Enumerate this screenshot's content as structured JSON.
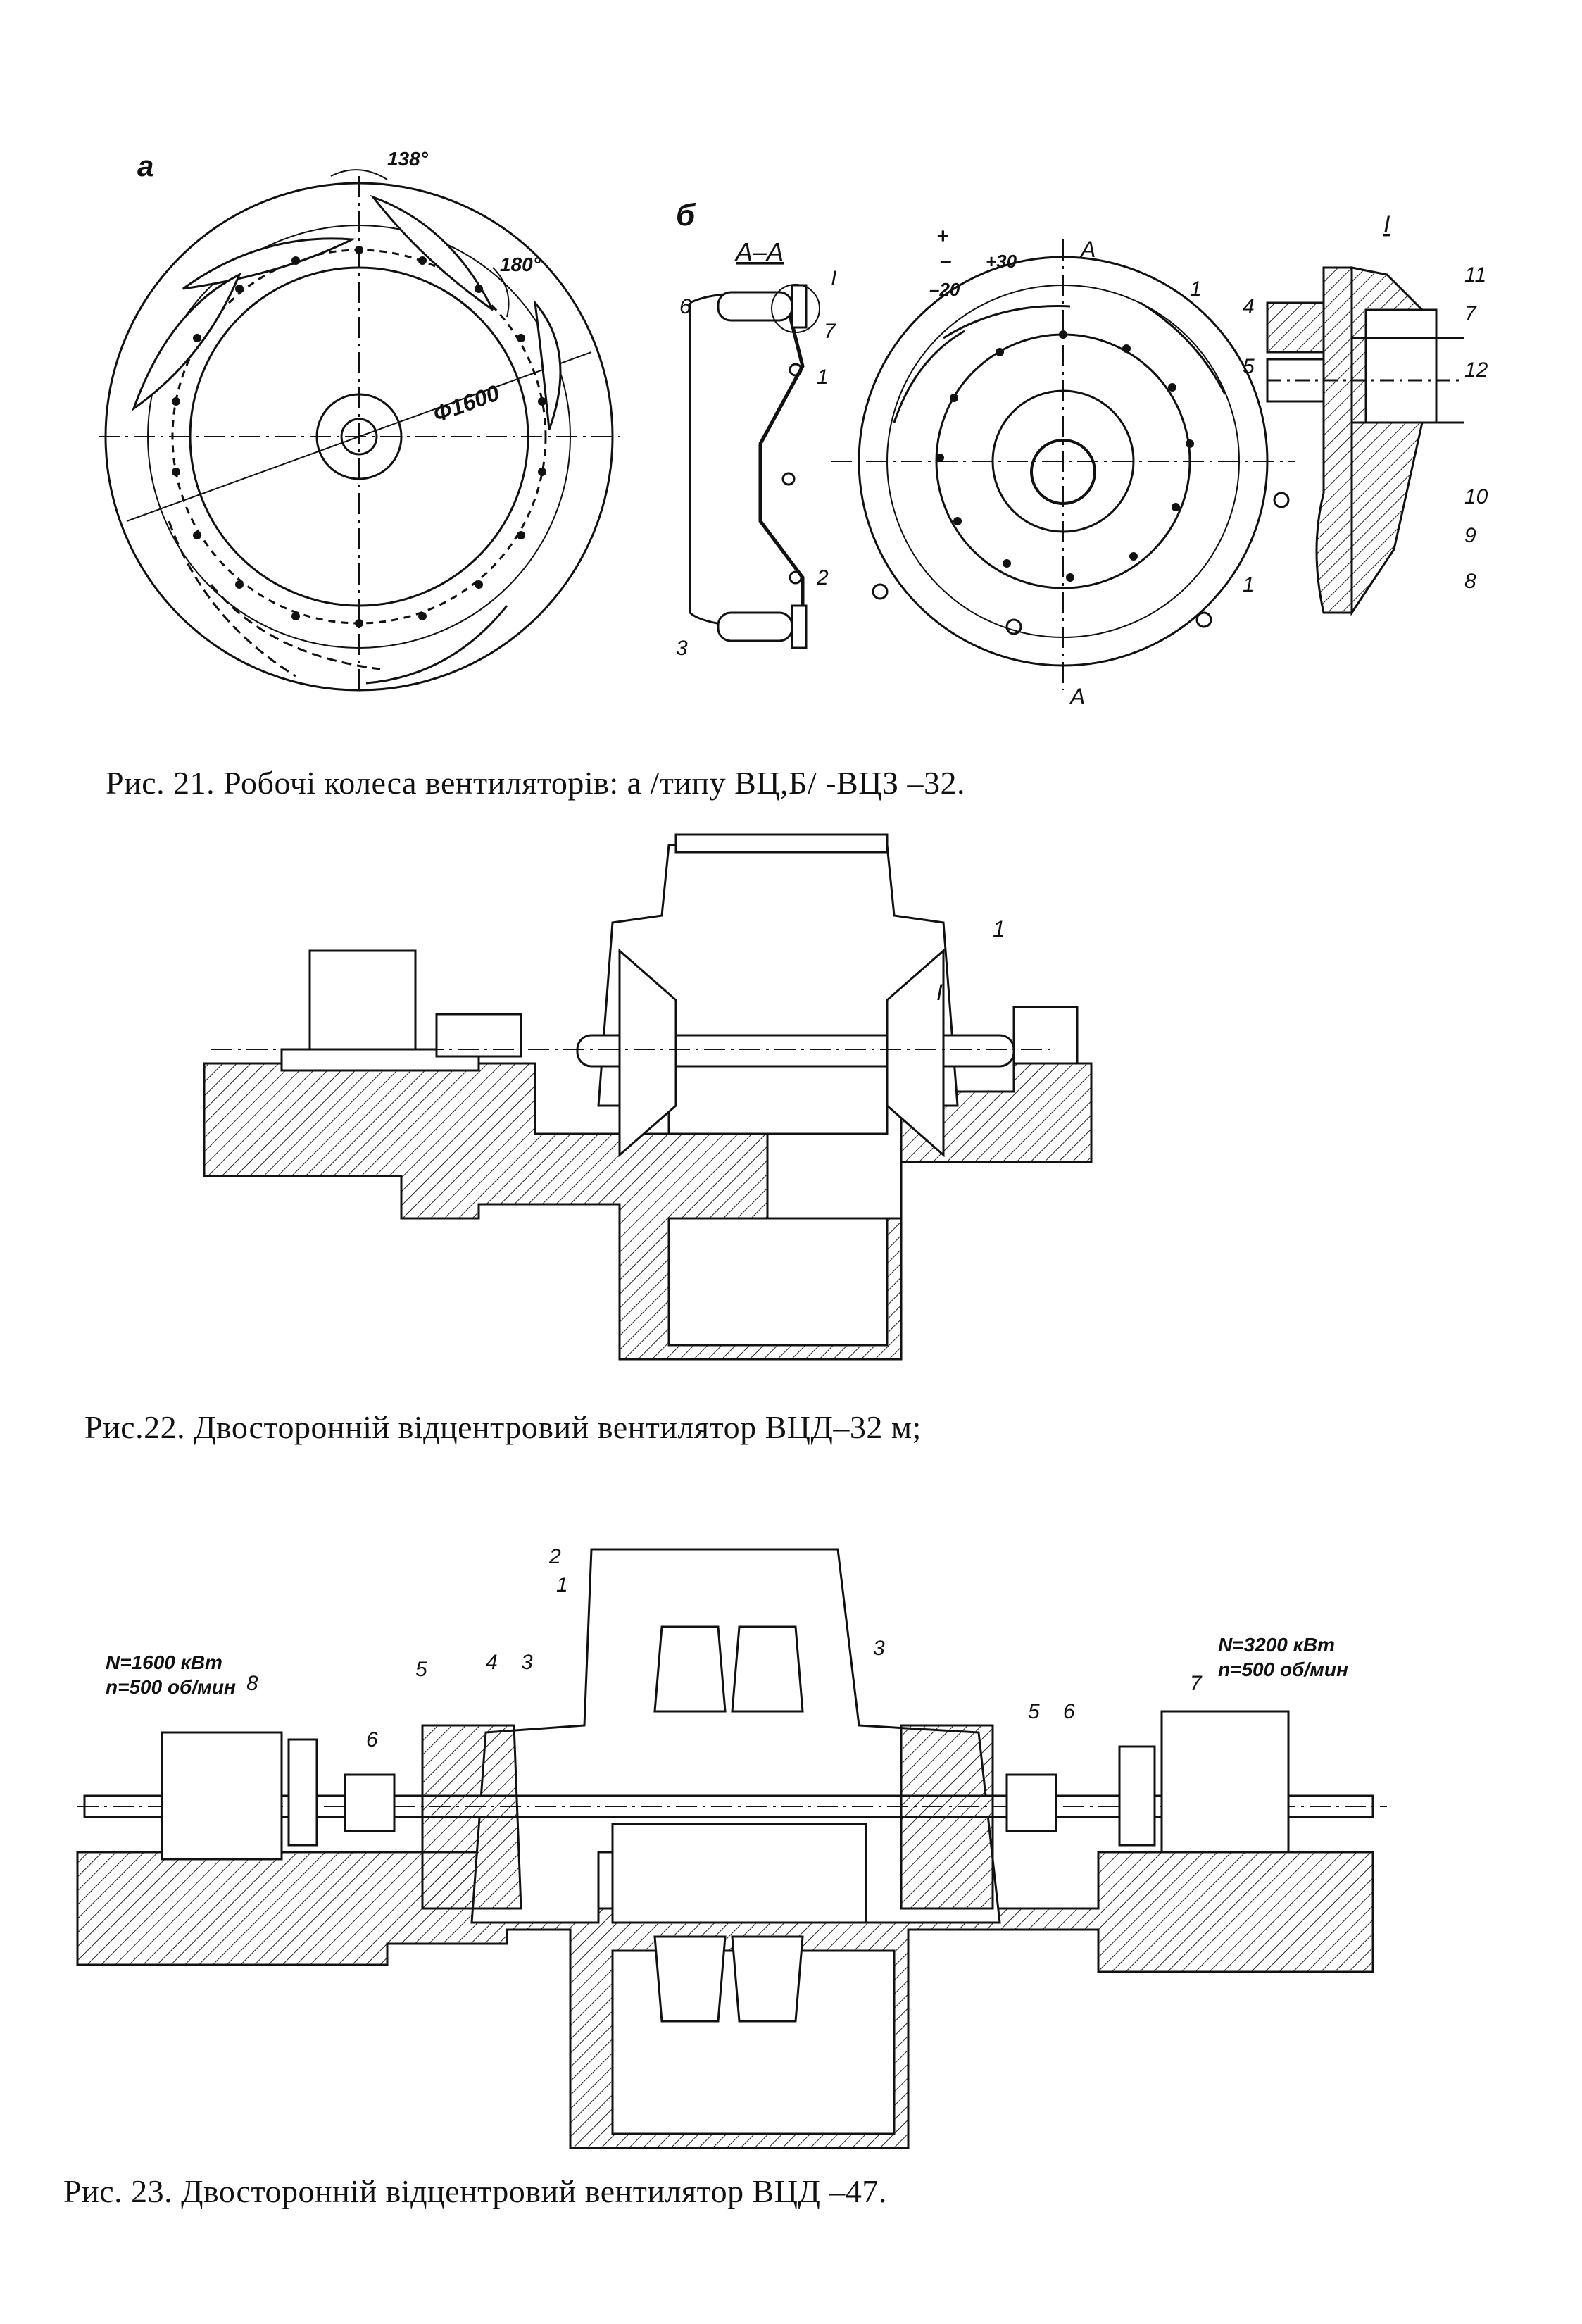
{
  "fig21": {
    "caption": "Рис. 21. Робочі колеса вентиляторів: а /типу ВЦ,Б/ -ВЦЗ –32.",
    "panel_a": "а",
    "panel_b": "б",
    "section": "А–А",
    "detail": "I",
    "angle1": "138°",
    "angle2": "180°",
    "diameter": "Φ1600",
    "adj_plus": "+",
    "adj_minus": "–",
    "adj_p30": "+30",
    "adj_m20": "–20",
    "cut_a_top": "А",
    "cut_a_bottom": "А",
    "parts_section": [
      "1",
      "2",
      "3",
      "6",
      "7",
      "I"
    ],
    "parts_front": [
      "1"
    ],
    "parts_detail": [
      "1",
      "4",
      "5",
      "7",
      "8",
      "9",
      "10",
      "11",
      "12"
    ]
  },
  "fig22": {
    "caption": "Рис.22. Двосторонній відцентровий вентилятор ВЦД–32 м;",
    "part1": "1",
    "detail": "I"
  },
  "fig23": {
    "caption": "Рис. 23. Двосторонній відцентровий вентилятор ВЦД –47.",
    "motor_left_power": "N=1600 кВт",
    "motor_left_speed": "n=500 об/мин",
    "motor_right_power": "N=3200 кВт",
    "motor_right_speed": "n=500 об/мин",
    "labels": [
      "1",
      "2",
      "3",
      "3",
      "4",
      "5",
      "5",
      "6",
      "6",
      "7",
      "8"
    ]
  }
}
